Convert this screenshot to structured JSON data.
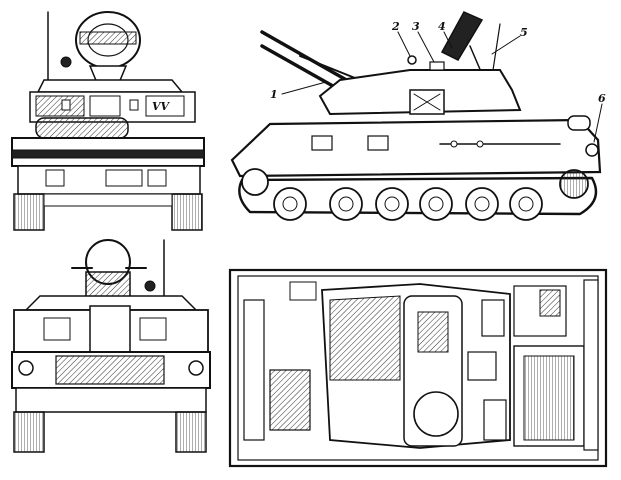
{
  "figure": {
    "callouts": [
      {
        "id": "1",
        "text": "1"
      },
      {
        "id": "2",
        "text": "2"
      },
      {
        "id": "3",
        "text": "3"
      },
      {
        "id": "4",
        "text": "4"
      },
      {
        "id": "5",
        "text": "5"
      },
      {
        "id": "6",
        "text": "6"
      }
    ],
    "turret_marking": "VV",
    "views": [
      "front-view",
      "side-view",
      "rear-view",
      "top-view"
    ]
  }
}
